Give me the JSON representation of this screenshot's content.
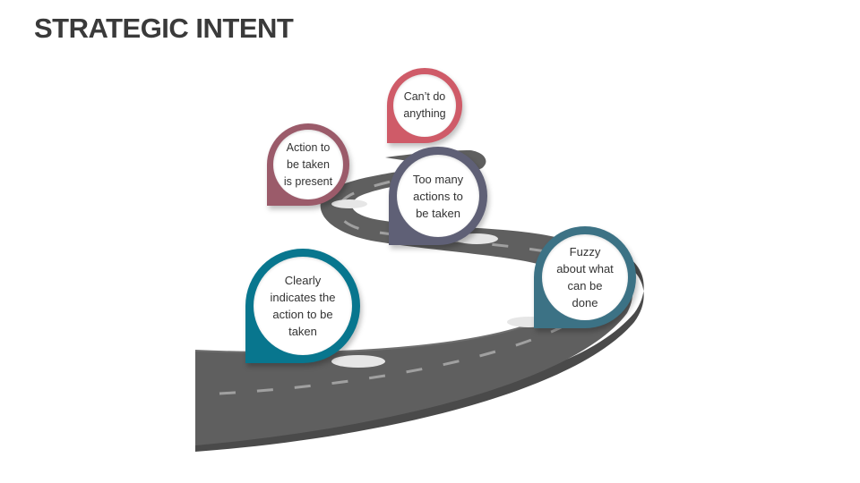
{
  "title": "STRATEGIC INTENT",
  "colors": {
    "road": "#5f5f5f",
    "road_edge": "#4a4a4a",
    "lane_marking": "#9a9a9a",
    "pin_teal": "#08768e",
    "pin_mauve": "#9b5b6a",
    "pin_coral": "#cf5b68",
    "pin_slate": "#5f6076",
    "pin_steel": "#3c7285"
  },
  "stages": [
    {
      "id": "clearly",
      "label": "Clearly\nindicates the\naction to be\ntaken",
      "color": "#08768e"
    },
    {
      "id": "present",
      "label": "Action to\nbe taken\nis present",
      "color": "#9b5b6a"
    },
    {
      "id": "cant",
      "label": "Can’t do\nanything",
      "color": "#cf5b68"
    },
    {
      "id": "toomany",
      "label": "Too many\nactions to\nbe taken",
      "color": "#5f6076"
    },
    {
      "id": "fuzzy",
      "label": "Fuzzy\nabout what\ncan be\ndone",
      "color": "#3c7285"
    }
  ]
}
